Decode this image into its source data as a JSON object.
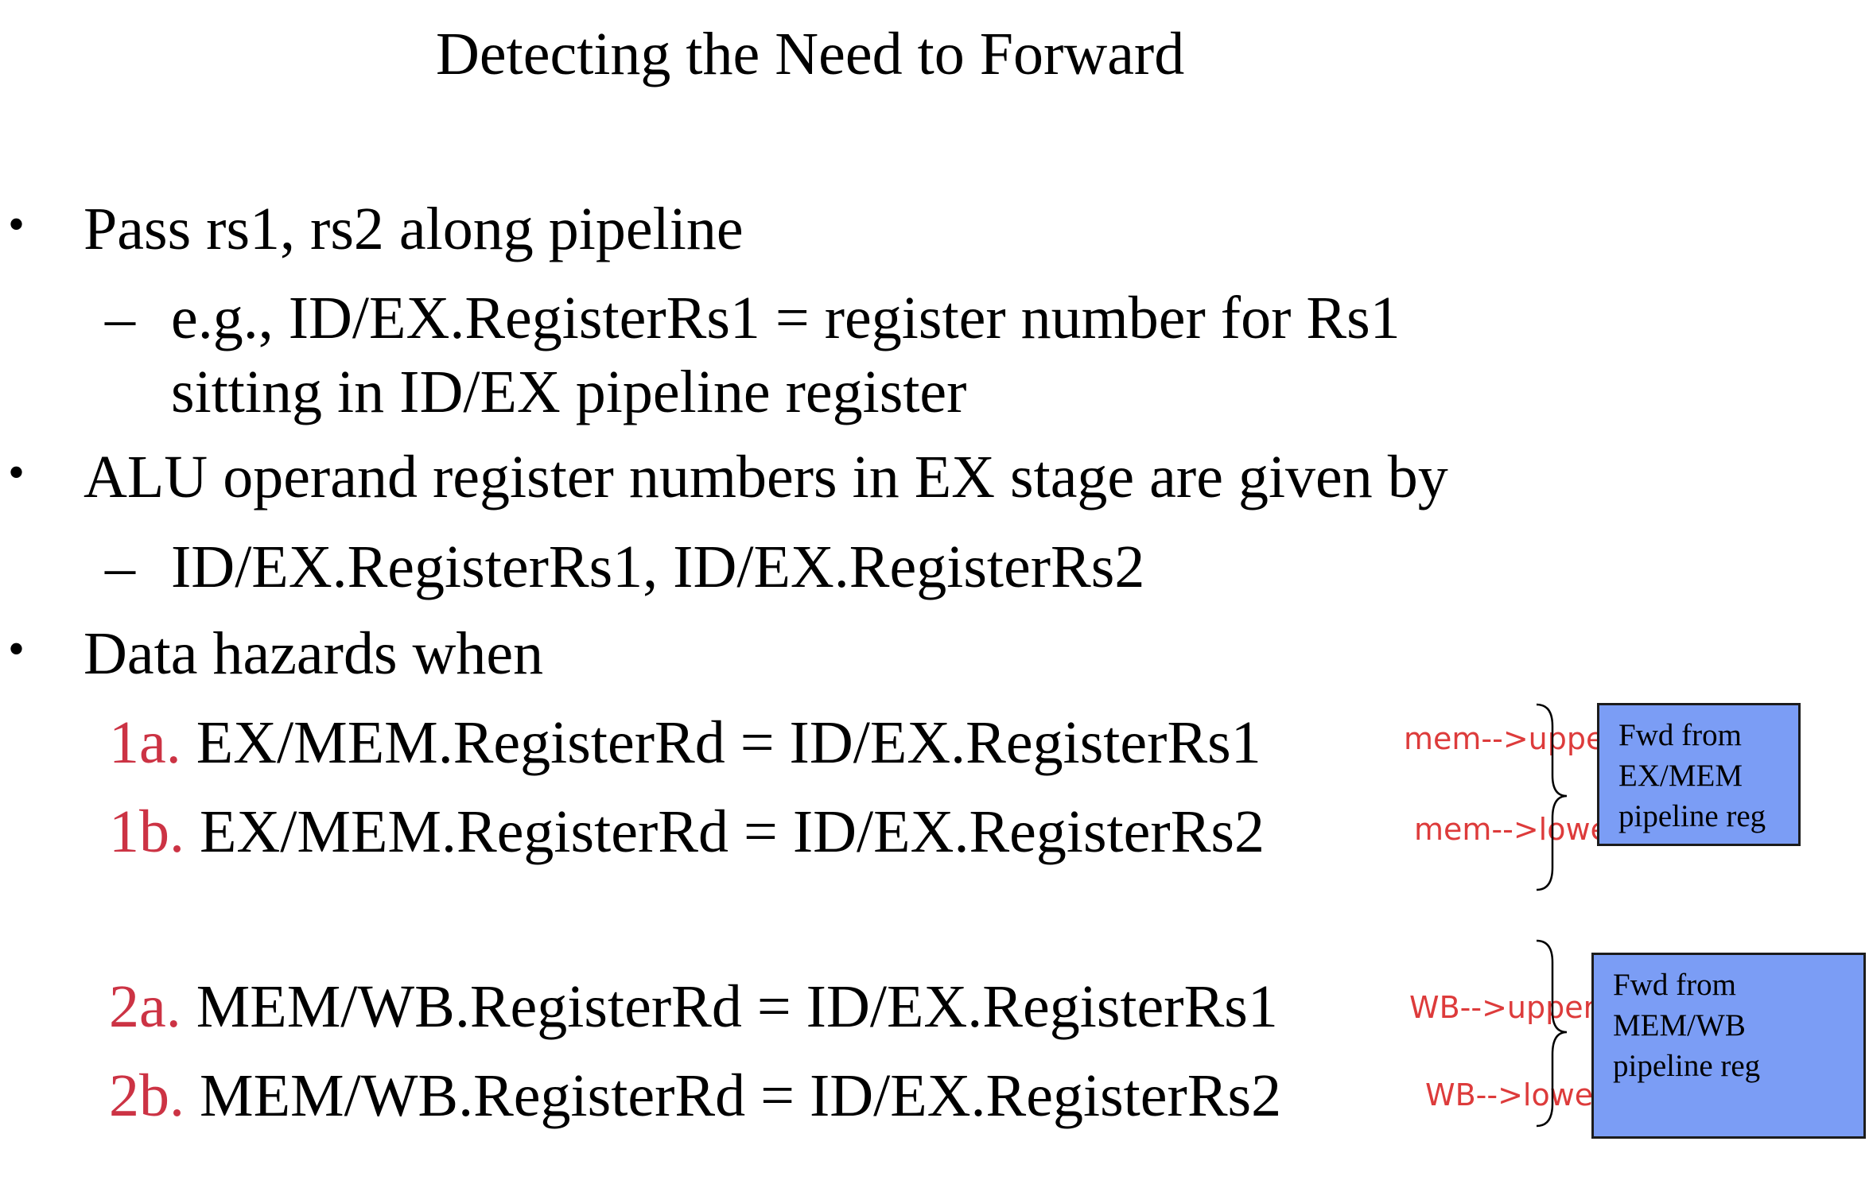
{
  "title": "Detecting the Need to Forward",
  "bullets": {
    "b1": "Pass rs1, rs2 along pipeline",
    "b1_sub_line1": "e.g., ID/EX.RegisterRs1 = register number for Rs1",
    "b1_sub_line2": "sitting in ID/EX pipeline register",
    "b2": "ALU operand register numbers in EX stage are given by",
    "b2_sub": "ID/EX.RegisterRs1, ID/EX.RegisterRs2",
    "b3": "Data hazards when"
  },
  "markers": {
    "bullet": "•",
    "dash": "–"
  },
  "conditions": [
    {
      "label": "1a.",
      "text": "EX/MEM.RegisterRd = ID/EX.RegisterRs1",
      "note": "mem-->upper"
    },
    {
      "label": "1b.",
      "text": "EX/MEM.RegisterRd = ID/EX.RegisterRs2",
      "note": "mem-->lower"
    },
    {
      "label": "2a.",
      "text": "MEM/WB.RegisterRd = ID/EX.RegisterRs1",
      "note": "WB-->upper"
    },
    {
      "label": "2b.",
      "text": "MEM/WB.RegisterRd = ID/EX.RegisterRs2",
      "note": "WB-->lower"
    }
  ],
  "boxes": {
    "exmem": "Fwd from\nEX/MEM\npipeline reg",
    "memwb": "Fwd from\nMEM/WB\npipeline reg"
  },
  "colors": {
    "condition_label": "#cc3344",
    "annotation": "#dd3b3b",
    "box_fill": "#7b9df5",
    "box_border": "#1c1c1c"
  }
}
